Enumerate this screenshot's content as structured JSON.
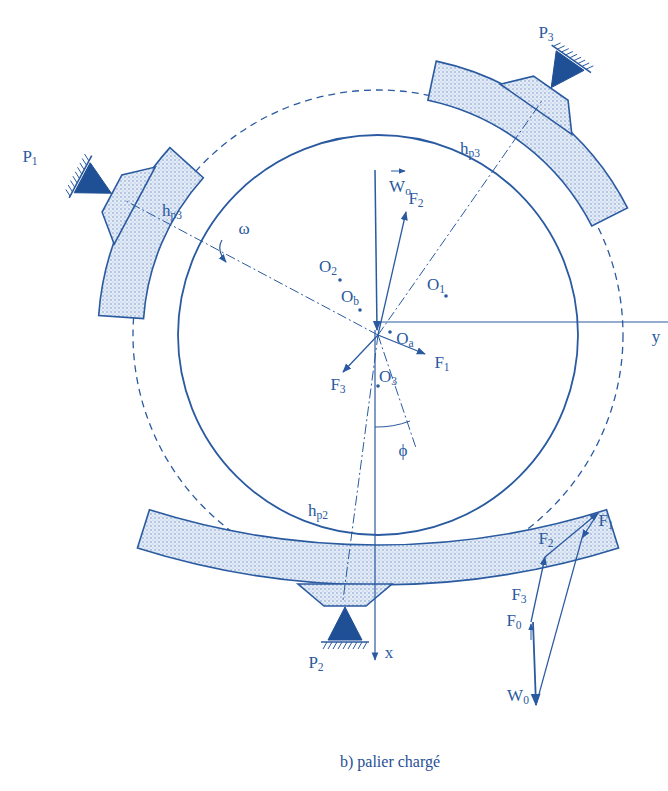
{
  "diagram": {
    "caption": "b) palier chargé",
    "labels": [
      "P1",
      "P3",
      "hp3",
      "hp3",
      "ω",
      "Wo",
      "F2",
      "O2",
      "O1",
      "Ob",
      "Oa",
      "F1",
      "F3",
      "O3",
      "ϕ",
      "y",
      "hp2",
      "P2",
      "x",
      "F2",
      "F1",
      "F3",
      "F0",
      "W0"
    ]
  }
}
